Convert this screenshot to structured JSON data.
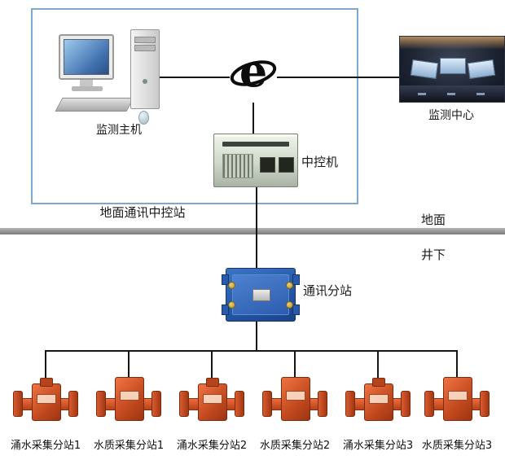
{
  "diagram": {
    "host_label": "监测主机",
    "center_label": "监测中心",
    "server_label": "中控机",
    "ground_station_label": "地面通讯中控站",
    "surface_label": "地面",
    "underground_label": "井下",
    "substation_label": "通讯分站",
    "devices": [
      {
        "label": "涌水采集分站1"
      },
      {
        "label": "水质采集分站1"
      },
      {
        "label": "涌水采集分站2"
      },
      {
        "label": "水质采集分站2"
      },
      {
        "label": "涌水采集分站3"
      },
      {
        "label": "水质采集分站3"
      }
    ],
    "colors": {
      "boundary_blue": "#7fa8cf",
      "line_black": "#151515",
      "divider_gray": "#8a8a8a",
      "substation_blue": "#2458a8",
      "device_orange": "#c2491f"
    }
  }
}
